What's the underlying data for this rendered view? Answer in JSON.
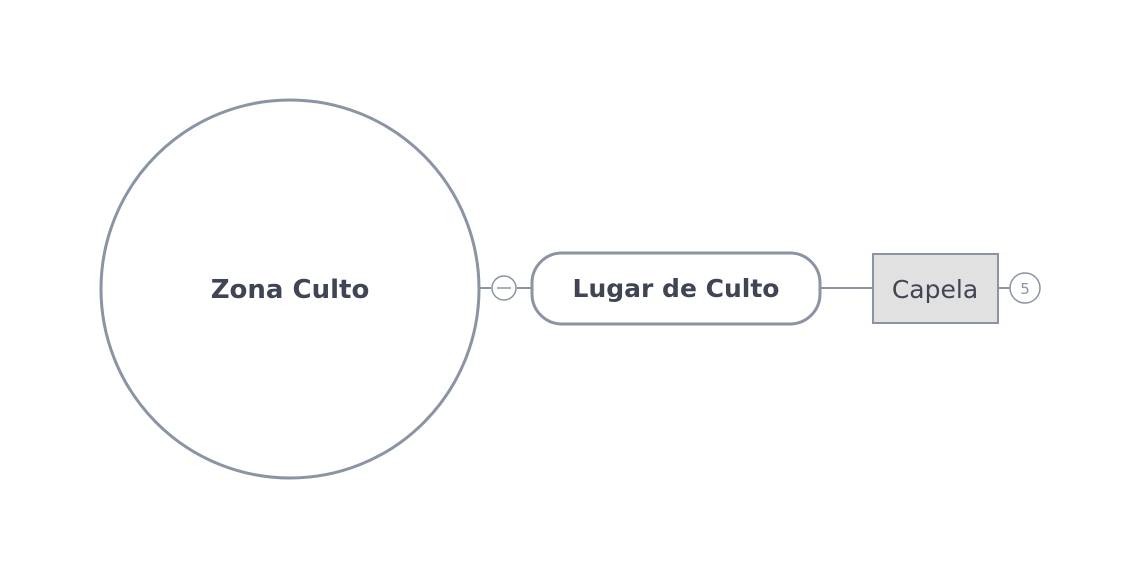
{
  "mindmap": {
    "root": {
      "label": "Zona Culto"
    },
    "topic": {
      "label": "Lugar de Culto"
    },
    "subtopic": {
      "label": "Capela",
      "collapsed_count": "5"
    }
  },
  "colors": {
    "stroke": "#8a94a3",
    "text": "#3f4553",
    "subtopic_fill": "#e1e1e1",
    "background": "#ffffff"
  },
  "icons": {
    "collapse": "minus-circle-icon"
  }
}
